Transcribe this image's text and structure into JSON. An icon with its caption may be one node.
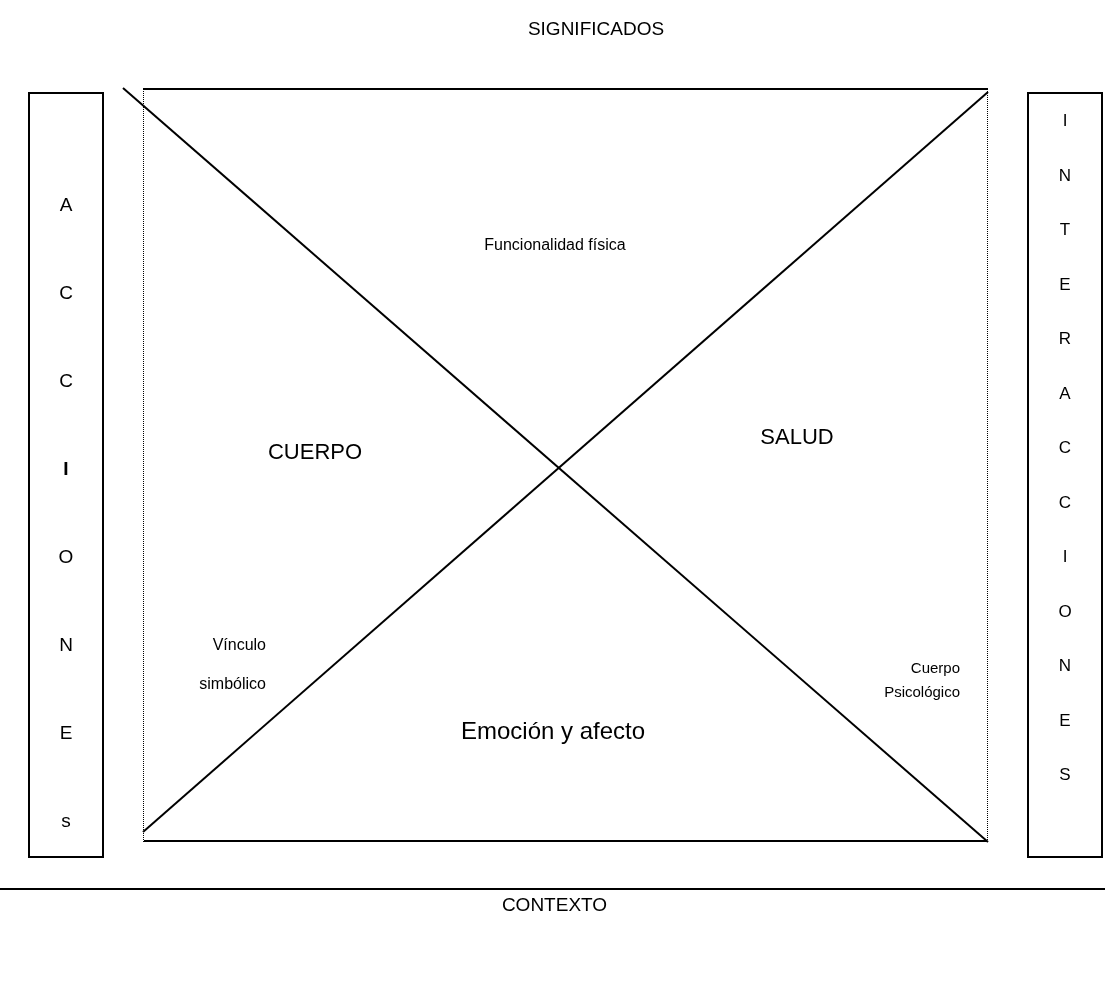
{
  "diagram": {
    "title": "SIGNIFICADOS",
    "caption": "CONTEXTO",
    "nodes": [
      {
        "text": [
          "A C C **I** O N E s"
        ]
      },
      {
        "text": [],
        "shape": "box"
      },
      {
        "text": [
          "I N T E R A C C I O N E S"
        ]
      }
    ],
    "labels": [
      "Funcionalidad física",
      "CUERPO",
      "SALUD",
      "Vínculo simbólico",
      "Cuerpo Psicológico",
      "Emoción y afecto"
    ]
  }
}
